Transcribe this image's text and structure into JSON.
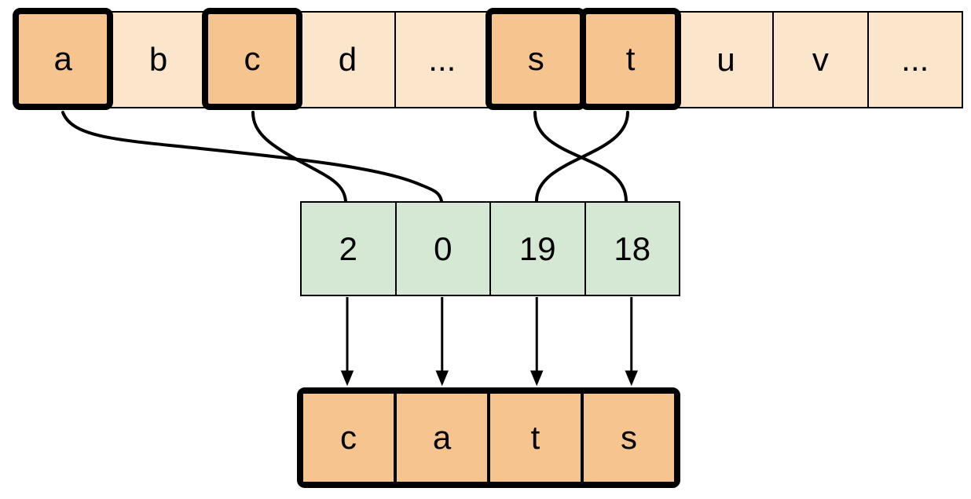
{
  "diagram": {
    "description": "Mapping of highlighted alphabet letters through an index array to the word cats",
    "colors": {
      "highlight_fill": "#F5C48F",
      "plain_fill": "#FBE6CC",
      "index_fill": "#D5E8D4",
      "stroke": "#000000",
      "background": "#FFFFFF"
    },
    "alphabet_row": {
      "cells": [
        {
          "label": "a",
          "highlighted": true
        },
        {
          "label": "b",
          "highlighted": false
        },
        {
          "label": "c",
          "highlighted": true
        },
        {
          "label": "d",
          "highlighted": false
        },
        {
          "label": "...",
          "highlighted": false
        },
        {
          "label": "s",
          "highlighted": true
        },
        {
          "label": "t",
          "highlighted": true
        },
        {
          "label": "u",
          "highlighted": false
        },
        {
          "label": "v",
          "highlighted": false
        },
        {
          "label": "...",
          "highlighted": false
        }
      ]
    },
    "index_row": {
      "cells": [
        {
          "label": "2"
        },
        {
          "label": "0"
        },
        {
          "label": "19"
        },
        {
          "label": "18"
        }
      ]
    },
    "result_row": {
      "cells": [
        {
          "label": "c"
        },
        {
          "label": "a"
        },
        {
          "label": "t"
        },
        {
          "label": "s"
        }
      ]
    },
    "connections": [
      {
        "from": "a",
        "to": "0"
      },
      {
        "from": "c",
        "to": "2"
      },
      {
        "from": "s",
        "to": "18"
      },
      {
        "from": "t",
        "to": "19"
      }
    ]
  }
}
